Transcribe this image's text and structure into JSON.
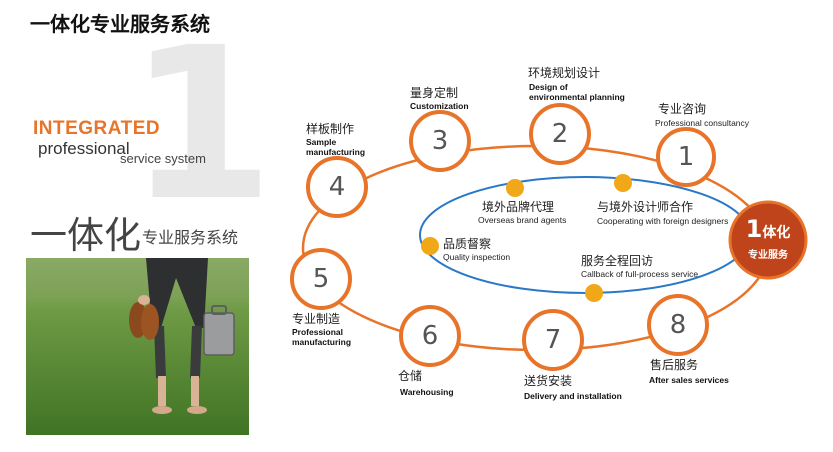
{
  "page_title": "一体化专业服务系统",
  "big_numeral": "1",
  "integrated": "INTEGRATED",
  "professional": "professional",
  "service_system": "service system",
  "yiti_big": "一体化",
  "yiti_small": "专业服务系统",
  "hub": {
    "number": "1",
    "main": "体化",
    "sub": "专业服务"
  },
  "nodes": [
    {
      "number": "1",
      "zh": "专业咨询",
      "en": "Professional consultancy"
    },
    {
      "number": "2",
      "zh": "环境规划设计",
      "en1": "Design of",
      "en2": "environmental planning"
    },
    {
      "number": "3",
      "zh": "量身定制",
      "en": "Customization"
    },
    {
      "number": "4",
      "zh": "样板制作",
      "en1": "Sample",
      "en2": "manufacturing"
    },
    {
      "number": "5",
      "zh": "专业制造",
      "en1": "Professional",
      "en2": "manufacturing"
    },
    {
      "number": "6",
      "zh": "仓储",
      "en": "Warehousing"
    },
    {
      "number": "7",
      "zh": "送货安装",
      "en": "Delivery and installation"
    },
    {
      "number": "8",
      "zh": "售后服务",
      "en": "After sales services"
    }
  ],
  "inner": [
    {
      "zh": "境外品牌代理",
      "en": "Overseas brand agents"
    },
    {
      "zh": "与境外设计师合作",
      "en": "Cooperating with foreign designers"
    },
    {
      "zh": "品质督察",
      "en": "Quality inspection"
    },
    {
      "zh": "服务全程回访",
      "en": "Callback of full-process service"
    }
  ],
  "colors": {
    "orange": "#e8742a",
    "blue": "#2a78c8",
    "hub": "#c0441b",
    "gold": "#f0a818"
  }
}
